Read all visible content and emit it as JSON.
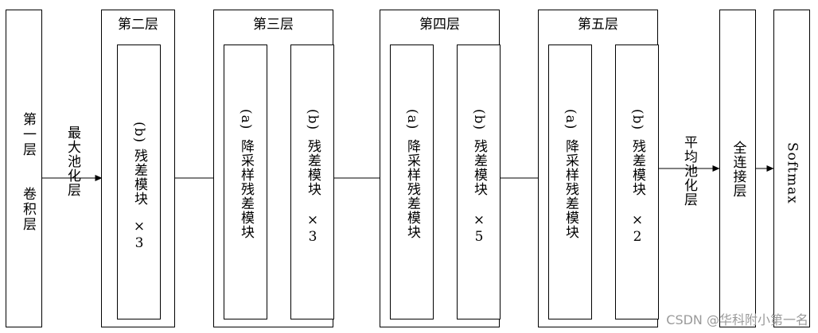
{
  "layer1": {
    "line1": "第一层",
    "line2": "卷积层"
  },
  "pool_max": "最大池化层",
  "layers": [
    {
      "title": "第二层",
      "modules": [
        {
          "tag": "(b)",
          "name": "残差模块",
          "mult": "×3"
        }
      ]
    },
    {
      "title": "第三层",
      "modules": [
        {
          "tag": "(a)",
          "name": "降采样残差模块",
          "mult": ""
        },
        {
          "tag": "(b)",
          "name": "残差模块",
          "mult": "×3"
        }
      ]
    },
    {
      "title": "第四层",
      "modules": [
        {
          "tag": "(a)",
          "name": "降采样残差模块",
          "mult": ""
        },
        {
          "tag": "(b)",
          "name": "残差模块",
          "mult": "×5"
        }
      ]
    },
    {
      "title": "第五层",
      "modules": [
        {
          "tag": "(a)",
          "name": "降采样残差模块",
          "mult": ""
        },
        {
          "tag": "(b)",
          "name": "残差模块",
          "mult": "×2"
        }
      ]
    }
  ],
  "pool_avg": "平均池化层",
  "fc": "全连接层",
  "softmax": "Softmax",
  "watermark": "CSDN @华科附小第一名"
}
